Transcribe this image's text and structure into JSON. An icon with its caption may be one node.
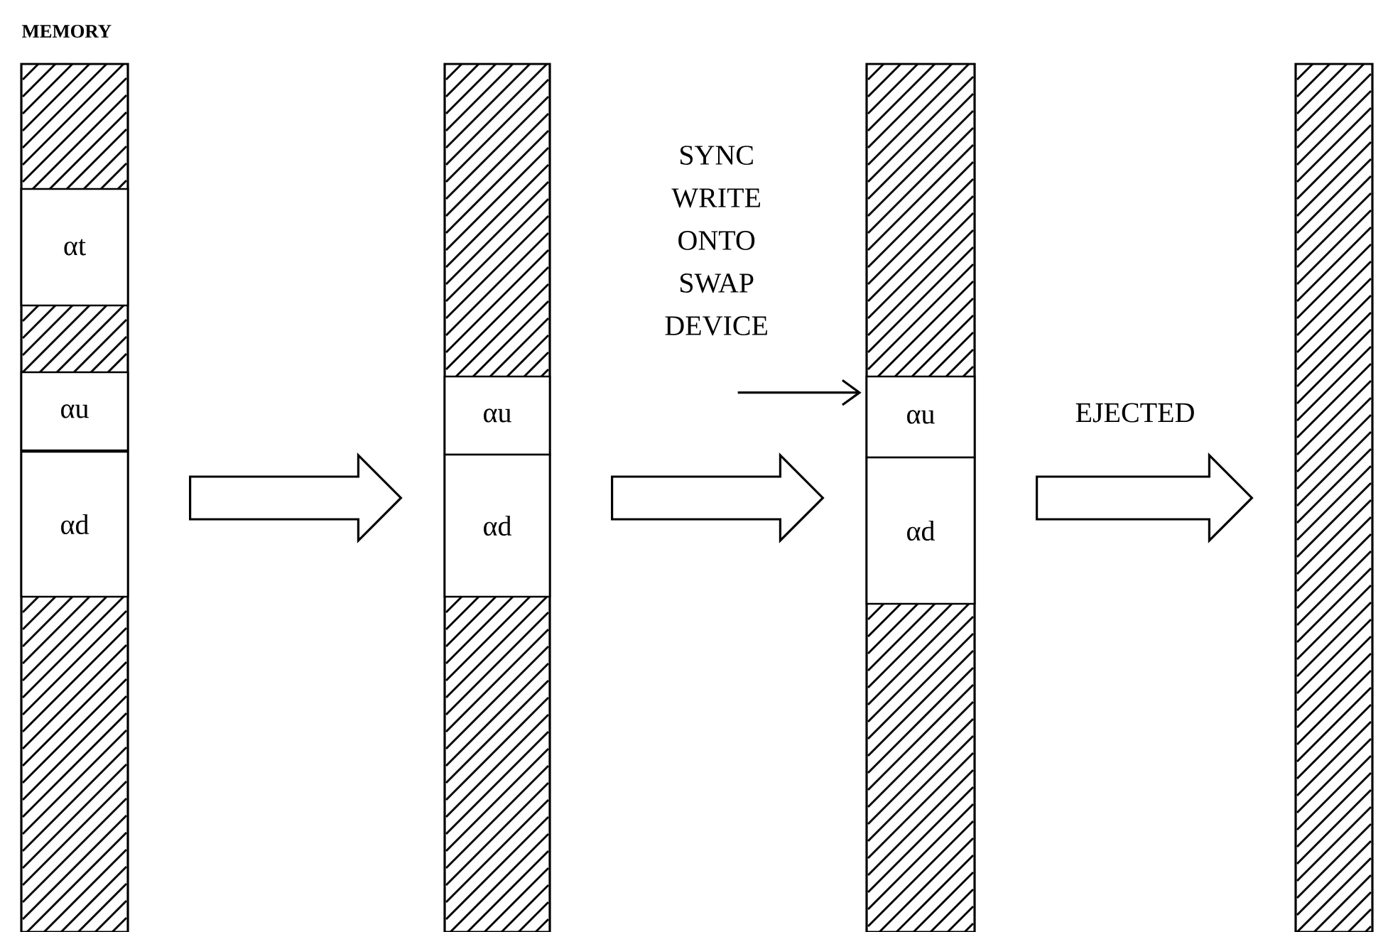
{
  "diagram": {
    "nodes": [
      {
        "text": [
          "MEMORY"
        ]
      },
      {
        "text": [
          "αt"
        ],
        "in": 0
      },
      {
        "text": [
          "αu"
        ],
        "in": 0
      },
      {
        "text": [
          "αd"
        ],
        "in": 0
      },
      {
        "text": [],
        "shape": "bar"
      },
      {
        "text": [
          "αu"
        ],
        "in": 4
      },
      {
        "text": [
          "αd"
        ],
        "in": 4
      },
      {
        "text": [],
        "shape": "bar"
      },
      {
        "text": [
          "αu"
        ],
        "in": 7
      },
      {
        "text": [
          "αd"
        ],
        "in": 7
      },
      {
        "text": [],
        "shape": "bar"
      }
    ],
    "edges": [
      {
        "from": 0,
        "to": 4,
        "arrow": "to"
      },
      {
        "from": 4,
        "to": 7,
        "arrow": "to"
      },
      {
        "from": 7,
        "to": 10,
        "arrow": "to",
        "label": "EJECTED"
      },
      {
        "from": null,
        "to": 8,
        "arrow": "to",
        "label": "SYNC WRITE ONTO SWAP DEVICE"
      }
    ]
  }
}
